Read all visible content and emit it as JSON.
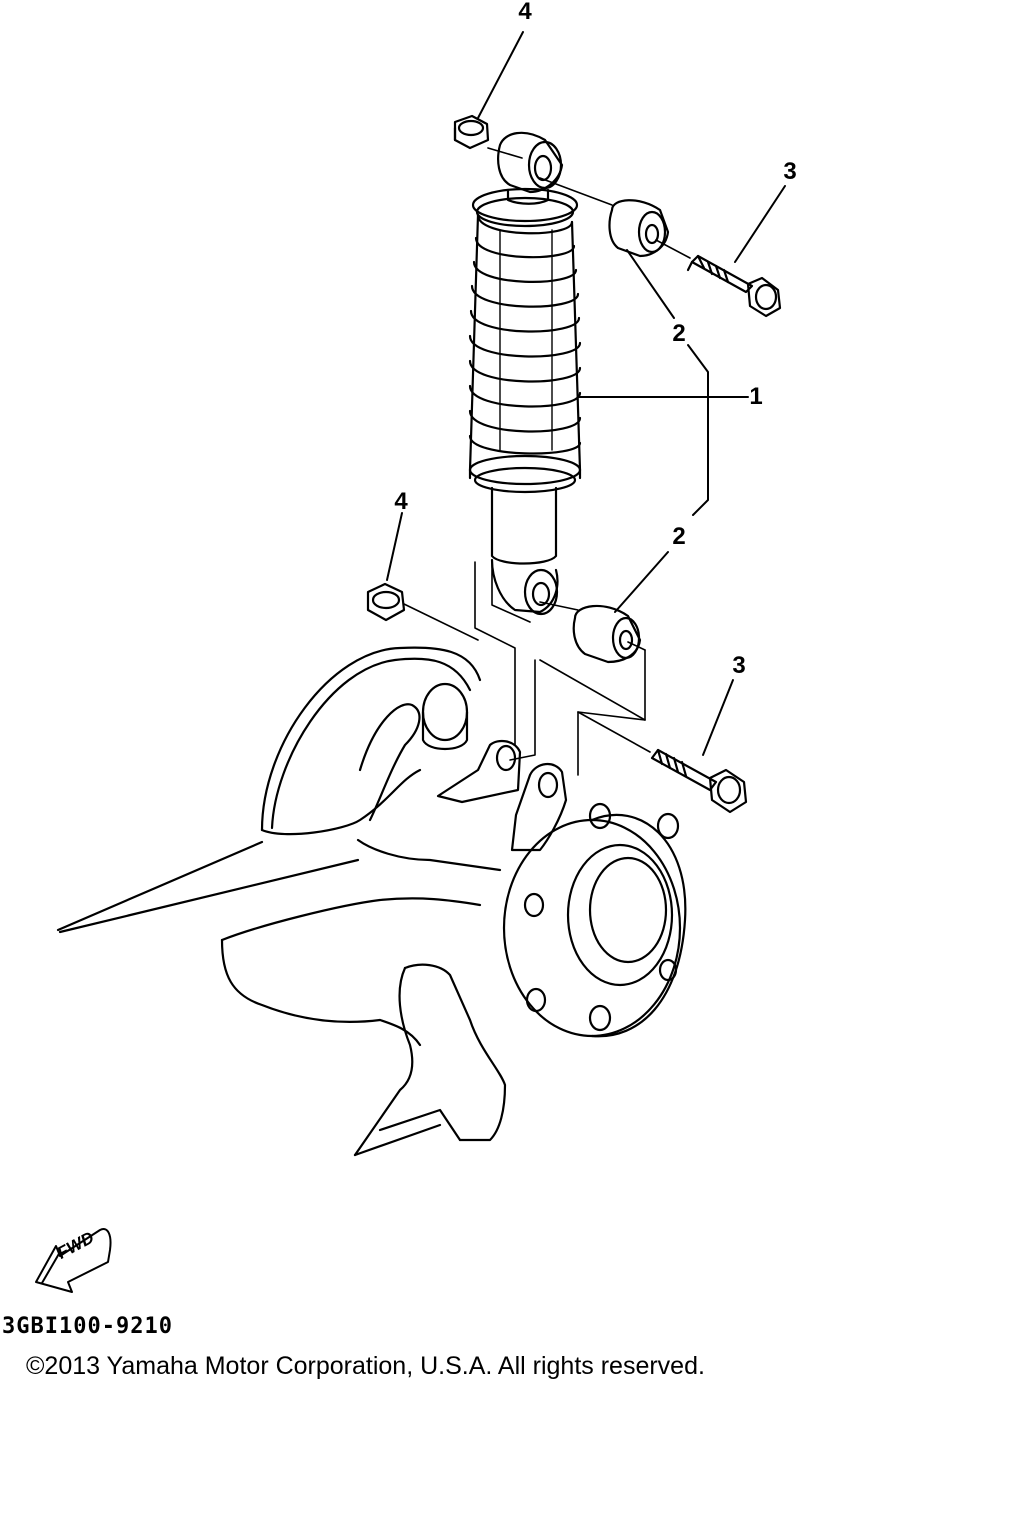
{
  "callouts": [
    {
      "number": "1",
      "part": "rear shock absorber assembly"
    },
    {
      "number": "2",
      "part": "collar"
    },
    {
      "number": "3",
      "part": "bolt"
    },
    {
      "number": "4",
      "part": "nut"
    }
  ],
  "labels": {
    "top_nut": "4",
    "upper_bolt": "3",
    "upper_collar": "2",
    "shock": "1",
    "lower_nut": "4",
    "lower_collar": "2",
    "lower_bolt": "3"
  },
  "fwd_indicator": "FWD",
  "part_code": "3GBI100-9210",
  "copyright": "©2013 Yamaha Motor Corporation, U.S.A. All rights reserved.",
  "colors": {
    "ink": "#000000",
    "paper": "#ffffff"
  }
}
